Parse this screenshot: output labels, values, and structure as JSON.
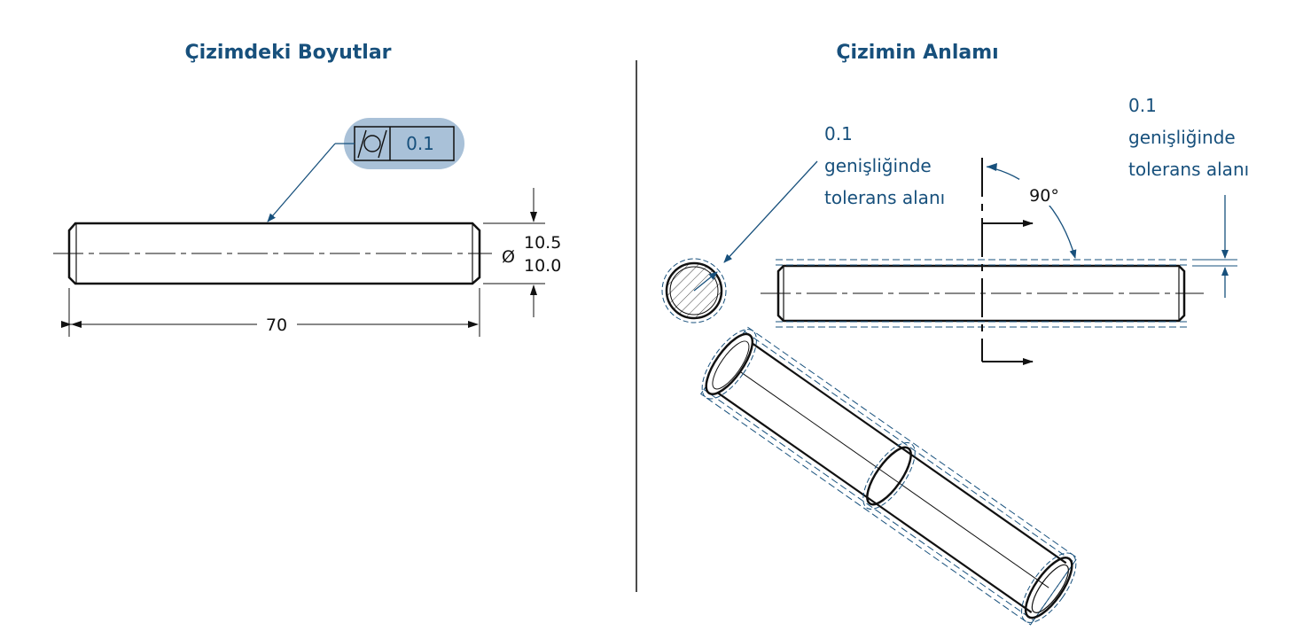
{
  "left_panel": {
    "title": "Çizimdeki Boyutlar",
    "length_dim": "70",
    "diameter_symbol": "Ø",
    "diameter_upper": "10.5",
    "diameter_lower": "10.0",
    "fcf": {
      "symbol": "cylindricity-icon",
      "tolerance": "0.1"
    }
  },
  "right_panel": {
    "title": "Çizimin Anlamı",
    "note_left": [
      "0.1",
      "genişliğinde",
      "tolerans alanı"
    ],
    "note_right": [
      "0.1",
      "genişliğinde",
      "tolerans alanı"
    ],
    "angle": "90°"
  },
  "colors": {
    "accent": "#17507c",
    "fcf_highlight": "#a9c1d8",
    "line": "#111111"
  }
}
